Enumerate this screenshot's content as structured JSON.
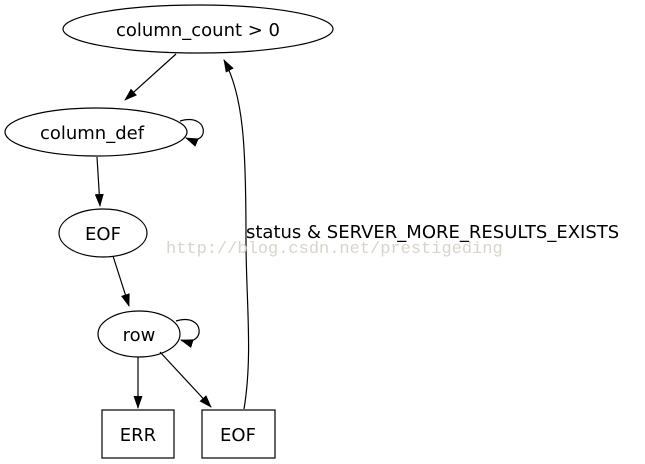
{
  "diagram": {
    "type": "state-transition-diagram",
    "background_color": "#ffffff",
    "stroke_color": "#000000",
    "text_color": "#000000",
    "nodes": {
      "column_count": {
        "label": "column_count > 0",
        "shape": "ellipse"
      },
      "column_def": {
        "label": "column_def",
        "shape": "ellipse",
        "self_loop": true
      },
      "eof_mid": {
        "label": "EOF",
        "shape": "ellipse"
      },
      "row": {
        "label": "row",
        "shape": "ellipse",
        "self_loop": true
      },
      "err": {
        "label": "ERR",
        "shape": "box"
      },
      "eof_end": {
        "label": "EOF",
        "shape": "box"
      }
    },
    "edges": [
      {
        "from": "column_count",
        "to": "column_def",
        "label": ""
      },
      {
        "from": "column_def",
        "to": "column_def",
        "label": ""
      },
      {
        "from": "column_def",
        "to": "eof_mid",
        "label": ""
      },
      {
        "from": "eof_mid",
        "to": "row",
        "label": ""
      },
      {
        "from": "row",
        "to": "row",
        "label": ""
      },
      {
        "from": "row",
        "to": "err",
        "label": ""
      },
      {
        "from": "row",
        "to": "eof_end",
        "label": ""
      },
      {
        "from": "eof_end",
        "to": "column_count",
        "label": "status & SERVER_MORE_RESULTS_EXISTS"
      }
    ],
    "watermark": {
      "text": "http://blog.csdn.net/prestigeding",
      "color": "#d8d4cb"
    }
  }
}
